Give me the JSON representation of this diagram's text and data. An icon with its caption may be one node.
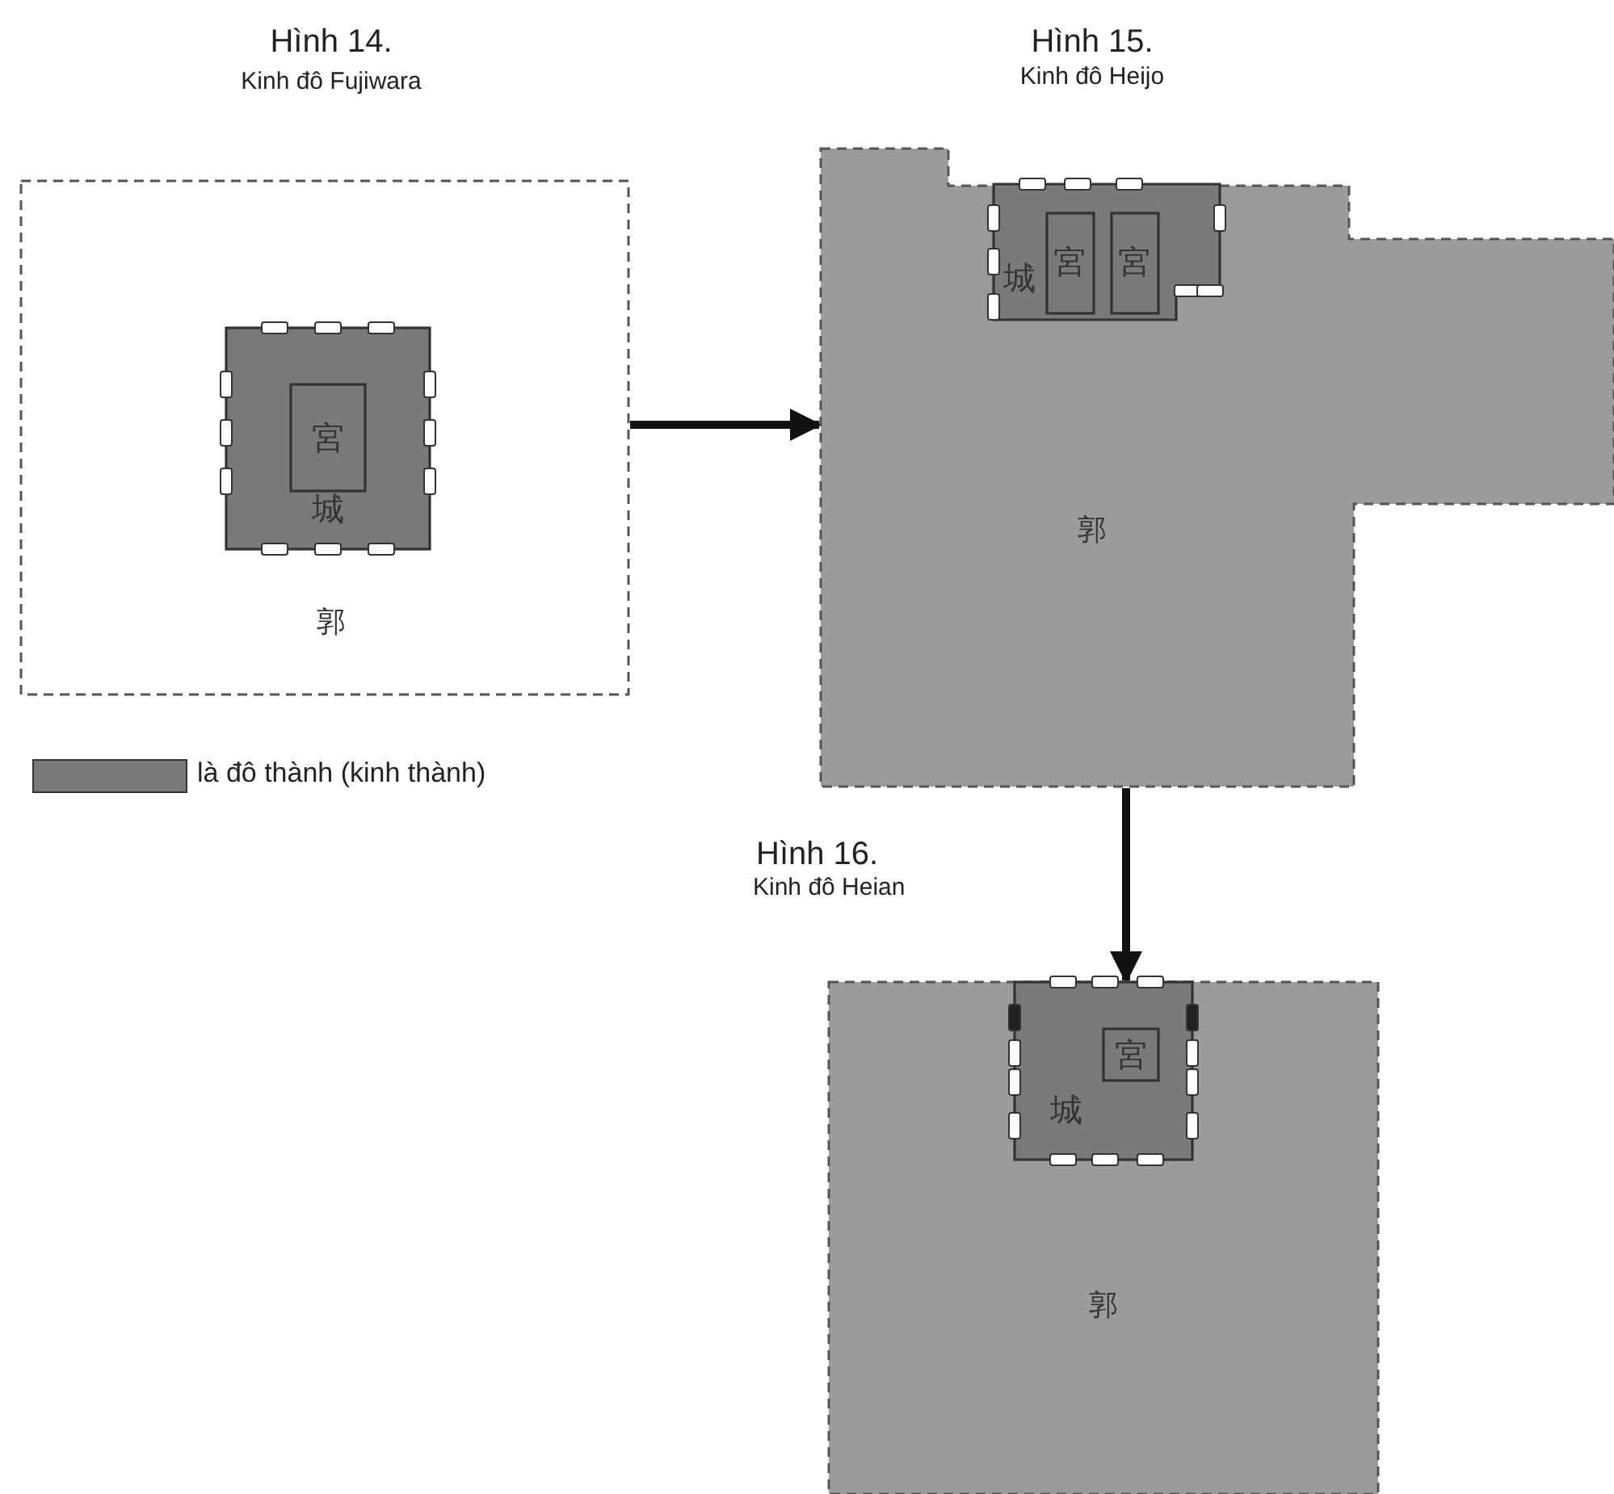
{
  "diagram": {
    "nodes": [
      {
        "text": [
          "Hình 14.",
          "Kinh đô Fujiwara",
          "郭"
        ]
      },
      {
        "text": [
          "城"
        ],
        "in": 0
      },
      {
        "text": [
          "宮"
        ],
        "in": 1
      },
      {
        "text": [
          "Hình 15.",
          "Kinh đô Heijo",
          "郭"
        ]
      },
      {
        "text": [
          "城"
        ],
        "in": 3
      },
      {
        "text": [
          "宮"
        ],
        "in": 4
      },
      {
        "text": [
          "宮"
        ],
        "in": 4
      },
      {
        "text": [
          "Hình 16.",
          "Kinh đô Heian",
          "郭"
        ]
      },
      {
        "text": [
          "城"
        ],
        "in": 7
      },
      {
        "text": [
          "宮"
        ],
        "in": 8
      }
    ],
    "edges": [
      {
        "from": 0,
        "to": 3,
        "arrow": "to"
      },
      {
        "from": 3,
        "to": 7,
        "arrow": "to"
      }
    ],
    "legend": [
      {
        "text": "là đô thành (kinh thành)",
        "color": "#7a7a7a"
      }
    ]
  }
}
